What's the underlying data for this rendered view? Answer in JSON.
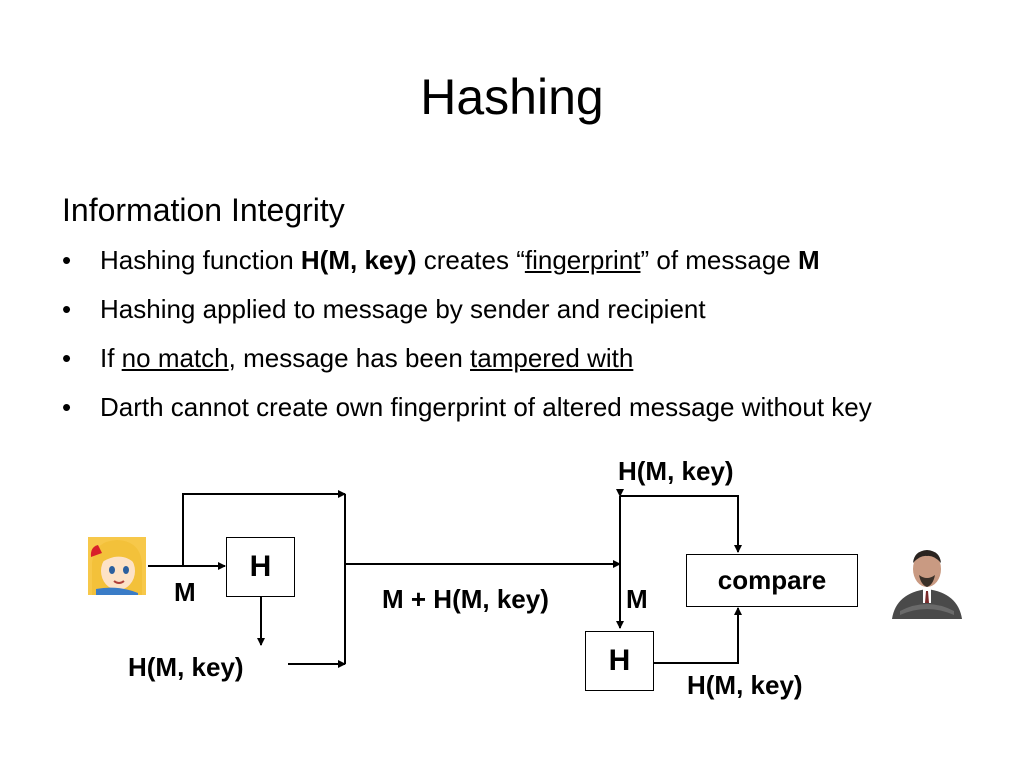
{
  "title": "Hashing",
  "subtitle": "Information Integrity",
  "bullet_glyph": "•",
  "bullets": [
    {
      "p1": "Hashing function ",
      "p1_bold": "H(M, key)",
      "p2": " creates “",
      "p2_underline": "fingerprint",
      "p3": "” of message ",
      "p3_bold": "M"
    },
    {
      "text": "Hashing applied to message by sender and recipient"
    },
    {
      "p1": "If ",
      "p1_underline": "no match",
      "p2": ", message has been ",
      "p2_underline": "tampered with"
    },
    {
      "text": "Darth cannot create own fingerprint of altered message without key"
    }
  ],
  "diagram": {
    "sender_label_m": "M",
    "sender_hash_box": "H",
    "sender_hash_output": "H(M, key)",
    "channel_label": "M + H(M, key)",
    "receiver_label_m": "M",
    "receiver_hash_box": "H",
    "received_hash_label": "H(M, key)",
    "computed_hash_label": "H(M, key)",
    "compare_box": "compare",
    "sender_avatar": "alice-avatar",
    "receiver_avatar": "darth-avatar"
  }
}
